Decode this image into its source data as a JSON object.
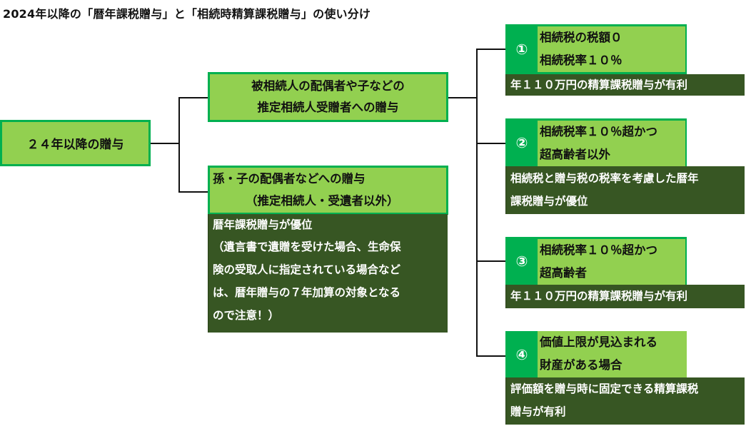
{
  "title": "2024年以降の「暦年課税贈与」と「相続時精算課税贈与」の使い分け",
  "root": {
    "label": "２４年以降の贈与"
  },
  "branch_a": {
    "lines": [
      "被相続人の配偶者や子などの",
      "推定相続人受贈者への贈与"
    ]
  },
  "branch_b": {
    "lines": [
      "孫・子の配偶者などへの贈与",
      "（推定相続人・受遺者以外）"
    ],
    "result_lines": [
      "暦年課税贈与が優位",
      "（遺言書で遺贈を受けた場合、生命保",
      "険の受取人に指定されている場合など",
      "は、暦年贈与の７年加算の対象となる",
      "ので注意！）"
    ]
  },
  "cases": [
    {
      "number": "①",
      "condition_lines": [
        "相続税の税額０",
        "相続税率１０％"
      ],
      "result_lines": [
        "年１１０万円の精算課税贈与が有利"
      ]
    },
    {
      "number": "②",
      "condition_lines": [
        "相続税率１０％超かつ",
        "超高齢者以外"
      ],
      "result_lines": [
        "相続税と贈与税の税率を考慮した暦年",
        "課税贈与が優位"
      ]
    },
    {
      "number": "③",
      "condition_lines": [
        "相続税率１０％超かつ",
        "超高齢者"
      ],
      "result_lines": [
        "年１１０万円の精算課税贈与が有利"
      ]
    },
    {
      "number": "④",
      "condition_lines": [
        "価値上限が見込まれる",
        "財産がある場合"
      ],
      "result_lines": [
        "評価額を贈与時に固定できる精算課税",
        "贈与が有利"
      ]
    }
  ],
  "colors": {
    "light_green": "#92d050",
    "green": "#00b050",
    "dark_green": "#375623",
    "connector": "#111111"
  }
}
